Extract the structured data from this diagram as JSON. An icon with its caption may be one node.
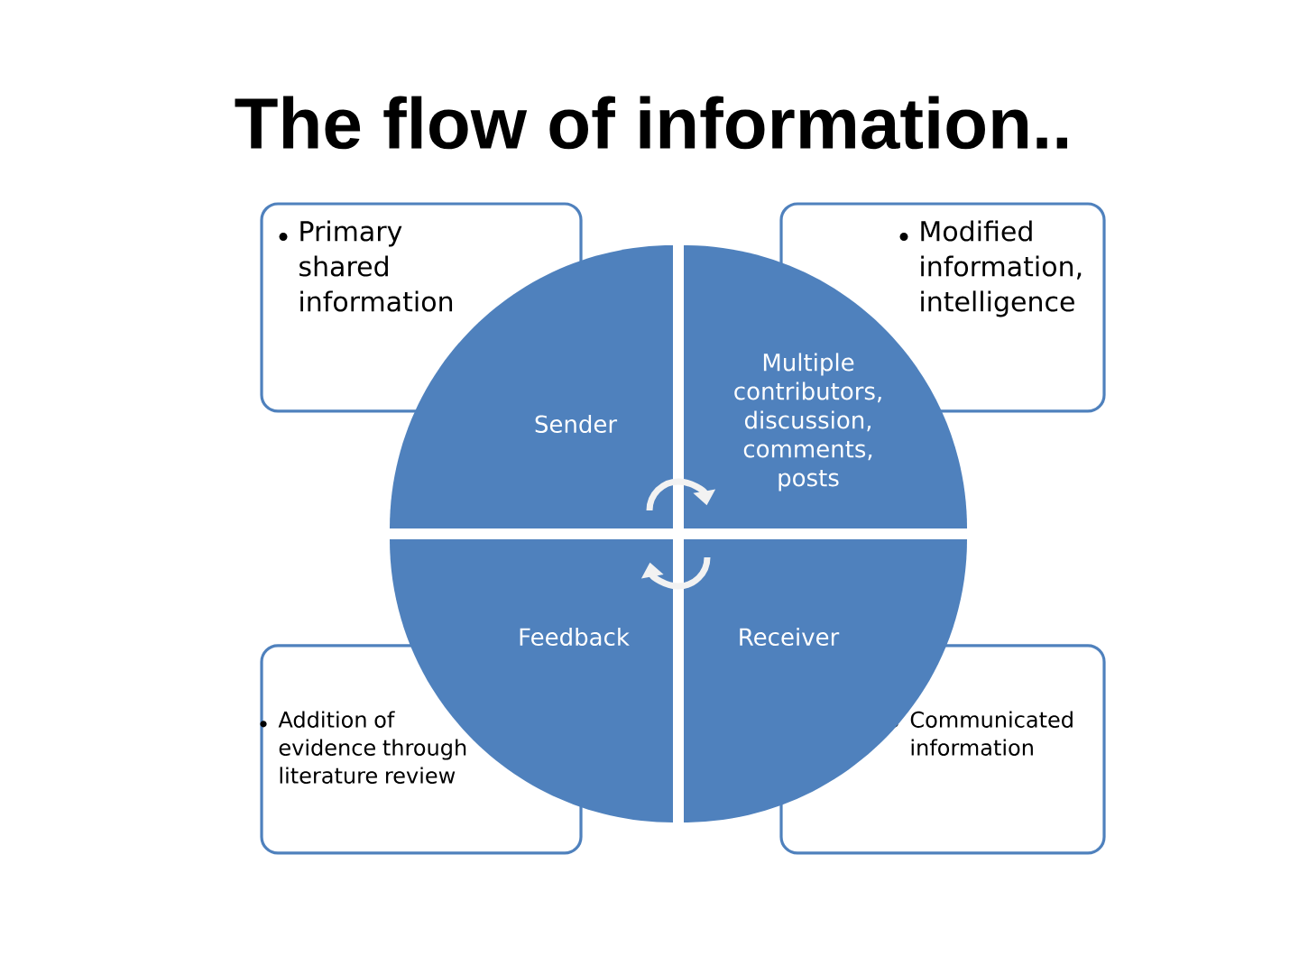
{
  "diagram": {
    "title": "The flow of information..",
    "nodes": [
      {
        "text": [
          "Primary shared information"
        ]
      },
      {
        "text": [
          "Modified information, intelligence"
        ]
      },
      {
        "text": [
          "Sender"
        ]
      },
      {
        "text": [
          "Multiple contributors, discussion, comments, posts"
        ]
      },
      {
        "text": [
          "Feedback"
        ]
      },
      {
        "text": [
          "Receiver"
        ]
      },
      {
        "text": [
          "Addition of evidence through literature review"
        ]
      },
      {
        "text": [
          "Communicated information"
        ]
      }
    ],
    "edges": [
      {
        "from": 2,
        "to": 3,
        "arrow": "to"
      },
      {
        "from": 5,
        "to": 4,
        "arrow": "to"
      }
    ]
  }
}
